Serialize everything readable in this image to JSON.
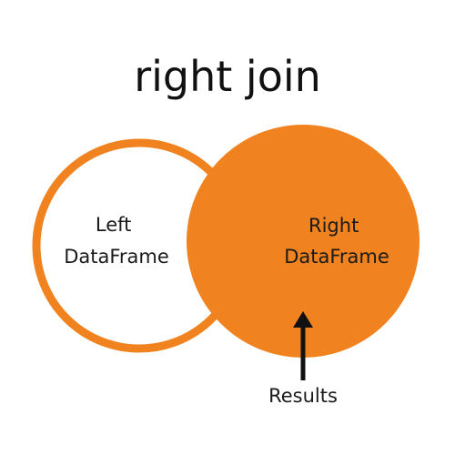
{
  "title": "right join",
  "left_label": {
    "line1": "Left",
    "line2": "DataFrame"
  },
  "right_label": {
    "line1": "Right",
    "line2": "DataFrame"
  },
  "results_label": "Results",
  "colors": {
    "accent": "#f0831f",
    "background": "#ffffff",
    "text": "#111111",
    "arrow": "#111111"
  }
}
